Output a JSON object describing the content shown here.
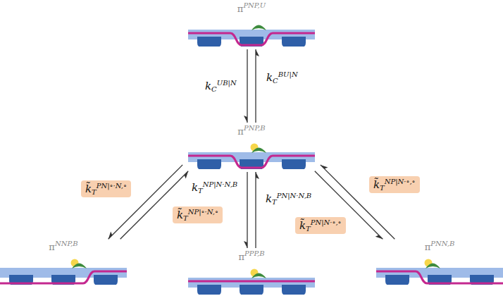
{
  "diagram": {
    "nodes": [
      {
        "text": [
          "πPNP,U"
        ]
      },
      {
        "text": [
          "πPNP,B"
        ]
      },
      {
        "text": [
          "πNNP,B"
        ]
      },
      {
        "text": [
          "πPPP,B"
        ]
      },
      {
        "text": [
          "πPNN,B"
        ]
      }
    ],
    "edges": [
      {
        "from": 0,
        "to": 1,
        "arrow": "to",
        "label": "kCUB|N"
      },
      {
        "from": 1,
        "to": 0,
        "arrow": "to",
        "label": "kCBU|N"
      },
      {
        "from": 1,
        "to": 2,
        "arrow": "to",
        "label": "k̃TPN|∘·N,∘"
      },
      {
        "from": 2,
        "to": 1,
        "arrow": "to",
        "label": "k̃TNP|∘·N,∘"
      },
      {
        "from": 1,
        "to": 3,
        "arrow": "to",
        "label": "kTNP|N·N,B"
      },
      {
        "from": 3,
        "to": 1,
        "arrow": "to",
        "label": "kTPN|N·N,B"
      },
      {
        "from": 4,
        "to": 1,
        "arrow": "to",
        "label": "k̃TNP|N·∘,∘"
      },
      {
        "from": 1,
        "to": 4,
        "arrow": "to",
        "label": "k̃TPN|N·∘,∘"
      }
    ]
  }
}
